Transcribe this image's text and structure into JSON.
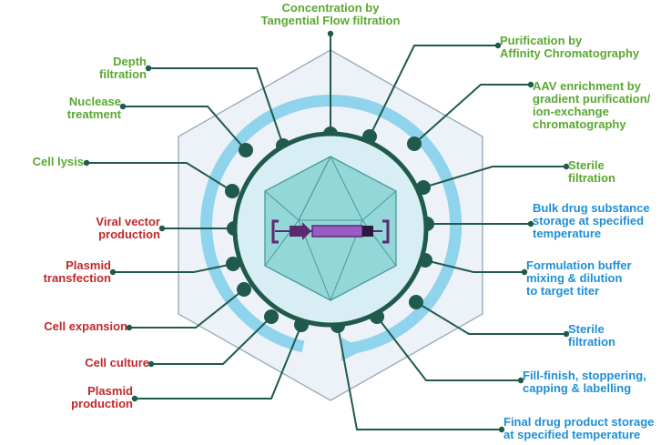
{
  "colors": {
    "upstream": "#c0282d",
    "purification": "#5aa832",
    "fill_finish": "#1e8fd6",
    "pin": "#1f5a4c",
    "hexagon_fill": "#edf2f8",
    "hexagon_stroke": "#9fb0c4",
    "arrow_ring": "#8fd3ec",
    "capsid": "#7ecfcf"
  },
  "icons": [
    "capsid-icon",
    "transgene-cassette-icon",
    "process-direction-arrow-icon"
  ],
  "labels": [
    {
      "key": "top",
      "text": "Concentration by\nTangential Flow filtration",
      "stage": "purification"
    },
    {
      "key": "purif_affinity",
      "text": "Purification by\nAffinity Chromatography",
      "stage": "purification"
    },
    {
      "key": "aav_enrich",
      "text": "AAV enrichment by\ngradient purification/\nion-exchange\nchromatography",
      "stage": "purification"
    },
    {
      "key": "sterile1",
      "text": "Sterile\nfiltration",
      "stage": "purification"
    },
    {
      "key": "bulk",
      "text": "Bulk drug substance\nstorage at specified\ntemperature",
      "stage": "fill_finish"
    },
    {
      "key": "formulation",
      "text": "Formulation buffer\nmixing & dilution\nto target titer",
      "stage": "fill_finish"
    },
    {
      "key": "sterile2",
      "text": "Sterile\nfiltration",
      "stage": "fill_finish"
    },
    {
      "key": "fill",
      "text": "Fill-finish, stoppering,\ncapping & labelling",
      "stage": "fill_finish"
    },
    {
      "key": "final",
      "text": "Final drug product storage\nat specified temperature",
      "stage": "fill_finish"
    },
    {
      "key": "depth",
      "text": "Depth\nfiltration",
      "stage": "purification"
    },
    {
      "key": "nuclease",
      "text": "Nuclease\ntreatment",
      "stage": "purification"
    },
    {
      "key": "lysis",
      "text": "Cell lysis",
      "stage": "purification"
    },
    {
      "key": "viral",
      "text": "Viral vector\nproduction",
      "stage": "upstream"
    },
    {
      "key": "plasmid_tf",
      "text": "Plasmid\ntransfection",
      "stage": "upstream"
    },
    {
      "key": "expansion",
      "text": "Cell expansion",
      "stage": "upstream"
    },
    {
      "key": "culture",
      "text": "Cell culture",
      "stage": "upstream"
    },
    {
      "key": "plasmid_prod",
      "text": "Plasmid\nproduction",
      "stage": "upstream"
    }
  ]
}
